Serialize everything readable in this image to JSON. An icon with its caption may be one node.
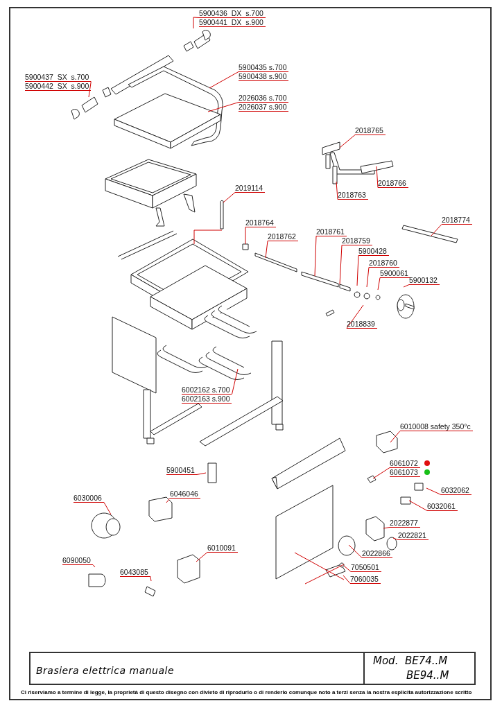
{
  "diagram": {
    "title": "Brasiera elettrica manuale",
    "caption": "Ci riserviamo a termine di legge, la proprietà di questo disegno con divieto di riprodurlo o di renderlo comunque noto a terzi senza la nostra esplicita autorizzazione scritto",
    "nodes": [
      {
        "text": [
          "5900436  DX  s.700",
          "5900441  DX  s.900"
        ]
      },
      {
        "text": [
          "5900437  SX  s.700",
          "5900442  SX  s.900"
        ]
      },
      {
        "text": [
          "5900435 s.700",
          "5900438 s.900"
        ]
      },
      {
        "text": [
          "2026036 s.700",
          "2026037 s.900"
        ]
      },
      {
        "text": [
          "2018765"
        ]
      },
      {
        "text": [
          "2018766"
        ]
      },
      {
        "text": [
          "2018763"
        ]
      },
      {
        "text": [
          "2019114"
        ]
      },
      {
        "text": [
          "2018764"
        ]
      },
      {
        "text": [
          "2018762"
        ]
      },
      {
        "text": [
          "2018761"
        ]
      },
      {
        "text": [
          "2018759"
        ]
      },
      {
        "text": [
          "5900428"
        ]
      },
      {
        "text": [
          "2018760"
        ]
      },
      {
        "text": [
          "5900061"
        ]
      },
      {
        "text": [
          "5900132"
        ]
      },
      {
        "text": [
          "2018839"
        ]
      },
      {
        "text": [
          "2018774"
        ]
      },
      {
        "text": [
          "6002162 s.700",
          "6002163 s.900"
        ]
      },
      {
        "text": [
          "6010008 safety 350°c"
        ]
      },
      {
        "text": [
          "6061072",
          "6061073"
        ]
      },
      {
        "text": [
          "6032062"
        ]
      },
      {
        "text": [
          "6032061"
        ]
      },
      {
        "text": [
          "2022877"
        ]
      },
      {
        "text": [
          "2022821"
        ]
      },
      {
        "text": [
          "2022866"
        ]
      },
      {
        "text": [
          "7050501"
        ]
      },
      {
        "text": [
          "7060035"
        ]
      },
      {
        "text": [
          "5900451"
        ]
      },
      {
        "text": [
          "6030006"
        ]
      },
      {
        "text": [
          "6046046"
        ]
      },
      {
        "text": [
          "6010091"
        ]
      },
      {
        "text": [
          "6090050"
        ]
      },
      {
        "text": [
          "6043085"
        ]
      }
    ],
    "edges": [
      {
        "from": 0,
        "to": null,
        "arrow": "none"
      },
      {
        "from": 1,
        "to": null,
        "arrow": "none"
      },
      {
        "from": 2,
        "to": null,
        "arrow": "none"
      },
      {
        "from": 3,
        "to": null,
        "arrow": "none"
      },
      {
        "from": 4,
        "to": null,
        "arrow": "none"
      },
      {
        "from": 5,
        "to": null,
        "arrow": "none"
      },
      {
        "from": 6,
        "to": null,
        "arrow": "none"
      },
      {
        "from": 7,
        "to": null,
        "arrow": "none"
      },
      {
        "from": 8,
        "to": null,
        "arrow": "none"
      },
      {
        "from": 9,
        "to": null,
        "arrow": "none"
      },
      {
        "from": 10,
        "to": null,
        "arrow": "none"
      },
      {
        "from": 11,
        "to": null,
        "arrow": "none"
      },
      {
        "from": 12,
        "to": null,
        "arrow": "none"
      },
      {
        "from": 13,
        "to": null,
        "arrow": "none"
      },
      {
        "from": 14,
        "to": null,
        "arrow": "none"
      },
      {
        "from": 15,
        "to": null,
        "arrow": "none"
      },
      {
        "from": 16,
        "to": null,
        "arrow": "none"
      },
      {
        "from": 17,
        "to": null,
        "arrow": "none"
      },
      {
        "from": 18,
        "to": null,
        "arrow": "none"
      },
      {
        "from": 19,
        "to": null,
        "arrow": "none"
      },
      {
        "from": 20,
        "to": null,
        "arrow": "none"
      },
      {
        "from": 21,
        "to": null,
        "arrow": "none"
      },
      {
        "from": 22,
        "to": null,
        "arrow": "none"
      },
      {
        "from": 23,
        "to": null,
        "arrow": "none"
      },
      {
        "from": 24,
        "to": null,
        "arrow": "none"
      },
      {
        "from": 25,
        "to": null,
        "arrow": "none"
      },
      {
        "from": 26,
        "to": null,
        "arrow": "none"
      },
      {
        "from": 27,
        "to": null,
        "arrow": "none"
      },
      {
        "from": 28,
        "to": null,
        "arrow": "none"
      },
      {
        "from": 29,
        "to": null,
        "arrow": "none"
      },
      {
        "from": 30,
        "to": null,
        "arrow": "none"
      },
      {
        "from": 31,
        "to": null,
        "arrow": "none"
      },
      {
        "from": 32,
        "to": null,
        "arrow": "none"
      },
      {
        "from": 33,
        "to": null,
        "arrow": "none"
      }
    ],
    "labels": [
      "Mod.  BE74..M",
      "BE94..M"
    ]
  }
}
